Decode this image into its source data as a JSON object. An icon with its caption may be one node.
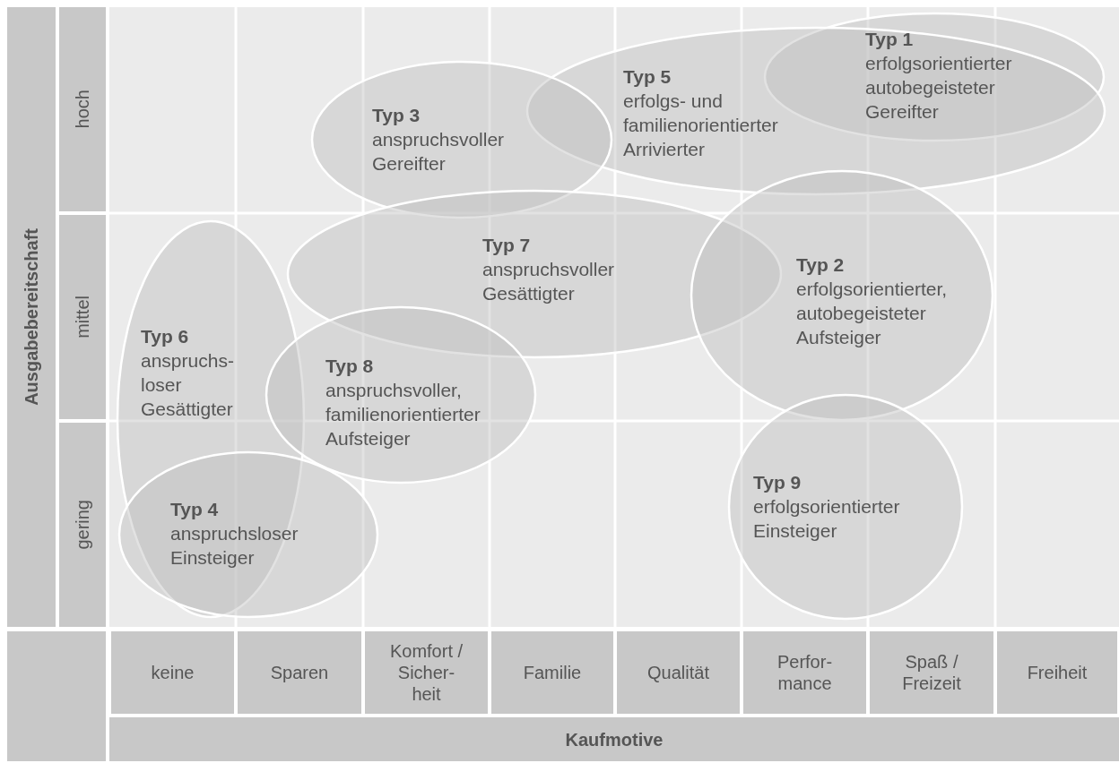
{
  "diagram": {
    "nodes": [
      {
        "text": [
          "Typ 1",
          "erfolgsorientierter autobegeisteter Gereifter"
        ]
      },
      {
        "text": [
          "Typ 5",
          "erfolgs- und familienorientierter Arrivierter"
        ]
      },
      {
        "text": [
          "Typ 3",
          "anspruchsvoller Gereifter"
        ]
      },
      {
        "text": [
          "Typ 7",
          "anspruchsvoller Gesättigter"
        ]
      },
      {
        "text": [
          "Typ 2",
          "erfolgsorientierter, autobegeisteter Aufsteiger"
        ]
      },
      {
        "text": [
          "Typ 6",
          "anspruchs- loser Gesättigter"
        ]
      },
      {
        "text": [
          "Typ 8",
          "anspruchsvoller, familienorientierter Aufsteiger"
        ]
      },
      {
        "text": [
          "Typ 4",
          "anspruchsloser Einsteiger"
        ]
      },
      {
        "text": [
          "Typ 9",
          "erfolgsorientierter Einsteiger"
        ]
      }
    ],
    "labels": [
      "Ausgabebereitschaft",
      "hoch",
      "mittel",
      "gering",
      "keine",
      "Sparen",
      "Komfort / Sicher- heit",
      "Familie",
      "Qualität",
      "Perfor- mance",
      "Spaß / Freizeit",
      "Freiheit",
      "Kaufmotive"
    ]
  }
}
